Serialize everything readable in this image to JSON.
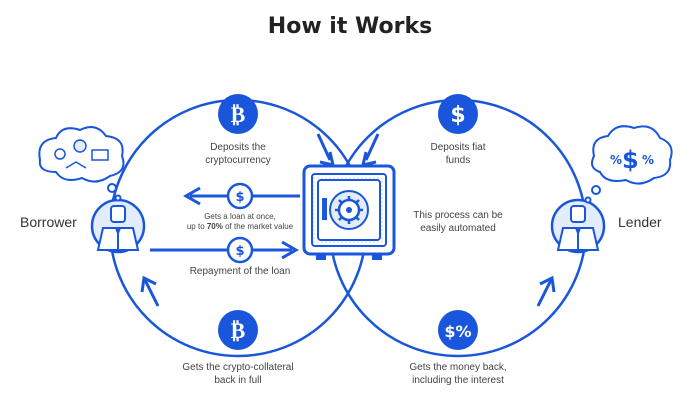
{
  "title": "How it Works",
  "roles": {
    "borrower": "Borrower",
    "lender": "Lender"
  },
  "steps": {
    "deposit_crypto": {
      "line1": "Deposits the",
      "line2": "cryptocurrency"
    },
    "deposit_fiat": {
      "line1": "Deposits fiat",
      "line2": "funds"
    },
    "loan": {
      "line1": "Gets a loan at once,",
      "line2_pre": "up to ",
      "line2_bold": "70%",
      "line2_post": " of the market value"
    },
    "repayment": "Repayment of the loan",
    "automated": {
      "line1": "This process can be",
      "line2": "easily automated"
    },
    "collateral_back": {
      "line1": "Gets the crypto-collateral",
      "line2": "back in full"
    },
    "money_back": {
      "line1": "Gets the money back,",
      "line2": "including the interest"
    }
  },
  "icons": {
    "bitcoin": "₿",
    "dollar": "$",
    "dollar_percent": "$%",
    "lender_thought": [
      "%",
      "$",
      "%"
    ]
  },
  "colors": {
    "accent": "#1a56db",
    "light": "#e3ecfb",
    "text": "#444444",
    "title": "#222222"
  }
}
